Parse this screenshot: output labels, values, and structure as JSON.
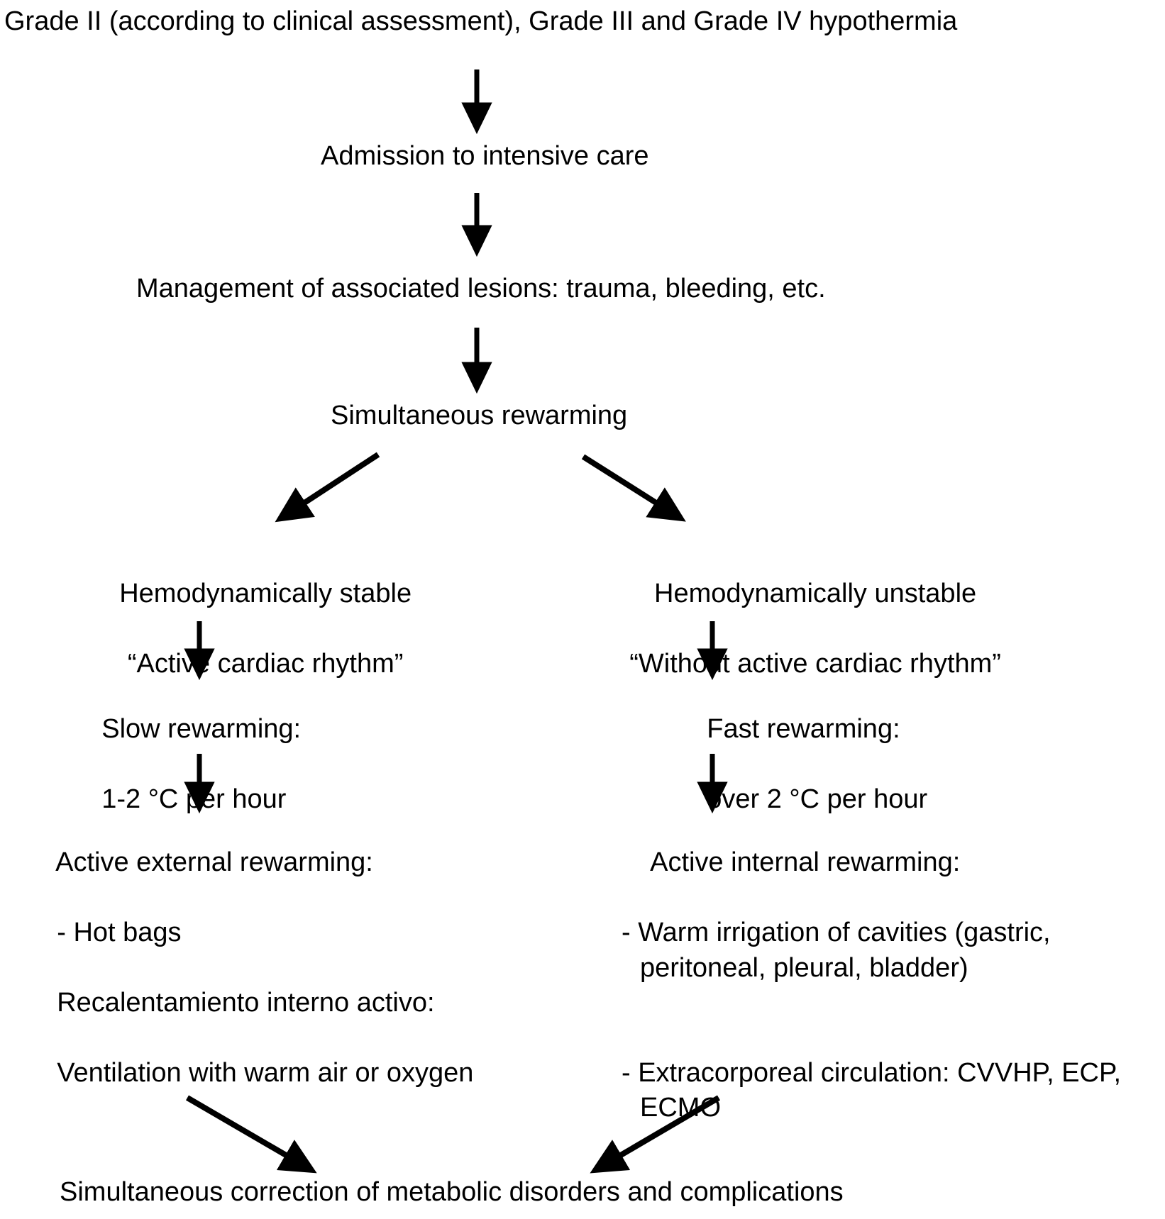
{
  "diagram": {
    "title": "Grade II (according to clinical assessment), Grade III and Grade IV hypothermia",
    "nodes": {
      "admission": "Admission to intensive care",
      "management": "Management of associated lesions: trauma, bleeding, etc.",
      "simultaneous_rewarming": "Simultaneous rewarming",
      "branch_left": {
        "line1": "Hemodynamically stable",
        "line2": "“Active cardiac rhythm”"
      },
      "branch_right": {
        "line1": "Hemodynamically unstable",
        "line2": "“Without active cardiac rhythm”"
      },
      "rate_left": {
        "line1": "Slow rewarming:",
        "line2": "1-2 °C per hour"
      },
      "rate_right": {
        "line1": "Fast rewarming:",
        "line2": "over 2 °C per hour"
      },
      "detail_left": {
        "line1": "Active external rewarming:",
        "line2": "- Hot bags",
        "line3": "Recalentamiento interno activo:",
        "line4": "Ventilation with warm air or oxygen"
      },
      "detail_right": {
        "line1": "Active internal rewarming:",
        "line2": "- Warm irrigation of cavities (gastric, peritoneal, pleural, bladder)",
        "line3": "- Extracorporeal circulation: CVVHP, ECP, ECMO"
      },
      "final": "Simultaneous correction of metabolic disorders and complications"
    },
    "arrows": [
      {
        "name": "title-to-admission",
        "kind": "vertical-down"
      },
      {
        "name": "admission-to-management",
        "kind": "vertical-down"
      },
      {
        "name": "management-to-rewarming",
        "kind": "vertical-down"
      },
      {
        "name": "rewarming-to-stable",
        "kind": "diagonal-down-left"
      },
      {
        "name": "rewarming-to-unstable",
        "kind": "diagonal-down-right"
      },
      {
        "name": "stable-to-slow",
        "kind": "vertical-down"
      },
      {
        "name": "unstable-to-fast",
        "kind": "vertical-down"
      },
      {
        "name": "slow-to-external",
        "kind": "vertical-down"
      },
      {
        "name": "fast-to-internal",
        "kind": "vertical-down"
      },
      {
        "name": "external-to-final",
        "kind": "diagonal-down-right"
      },
      {
        "name": "internal-to-final",
        "kind": "diagonal-down-left"
      }
    ],
    "colors": {
      "background": "#ffffff",
      "text": "#000000",
      "arrow": "#000000"
    }
  }
}
